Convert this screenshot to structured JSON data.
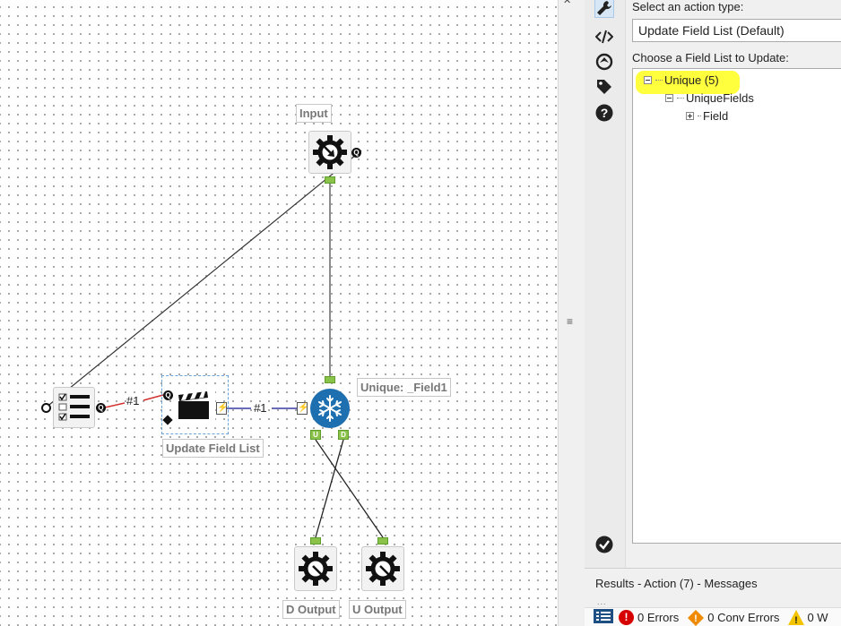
{
  "canvas": {
    "tools": {
      "input": {
        "label": "Input",
        "icon": "macro-input-icon"
      },
      "select": {
        "icon": "select-fields-icon"
      },
      "action": {
        "label": "Update Field List",
        "icon": "action-clapboard-icon"
      },
      "unique": {
        "label": "Unique: _Field1",
        "icon": "unique-snowflake-icon"
      },
      "d_output": {
        "label": "D Output",
        "icon": "macro-output-icon"
      },
      "u_output": {
        "label": "U Output",
        "icon": "macro-output-icon"
      }
    },
    "connection_labels": {
      "select_to_action": "#1",
      "action_to_unique": "#1"
    },
    "anchors": {
      "question": "Q",
      "unique_u": "U",
      "unique_d": "D"
    },
    "colors": {
      "anchor": "#8bc34a",
      "wire_blue": "#3a3aa8",
      "wire_red": "#d32f2f",
      "unique_blue": "#1e6fb0"
    }
  },
  "splitter": {
    "grip": "≡"
  },
  "config": {
    "rail": [
      "wrench-icon",
      "code-icon",
      "annotation-icon",
      "tag-icon",
      "help-icon"
    ],
    "action_type_label": "Select an action type:",
    "action_type_value": "Update Field List (Default)",
    "field_list_label": "Choose a Field List to Update:",
    "tree": [
      {
        "label": "Unique (5)",
        "state": "expanded",
        "highlighted": true
      },
      {
        "label": "UniqueFields",
        "state": "expanded"
      },
      {
        "label": "Field",
        "state": "collapsed"
      }
    ],
    "ok_icon": "checkmark-circle-icon"
  },
  "results": {
    "title": "Results - Action (7) - Messages",
    "dots": "...",
    "errors": "0 Errors",
    "conv_errors": "0 Conv Errors",
    "warnings": "0 W"
  }
}
